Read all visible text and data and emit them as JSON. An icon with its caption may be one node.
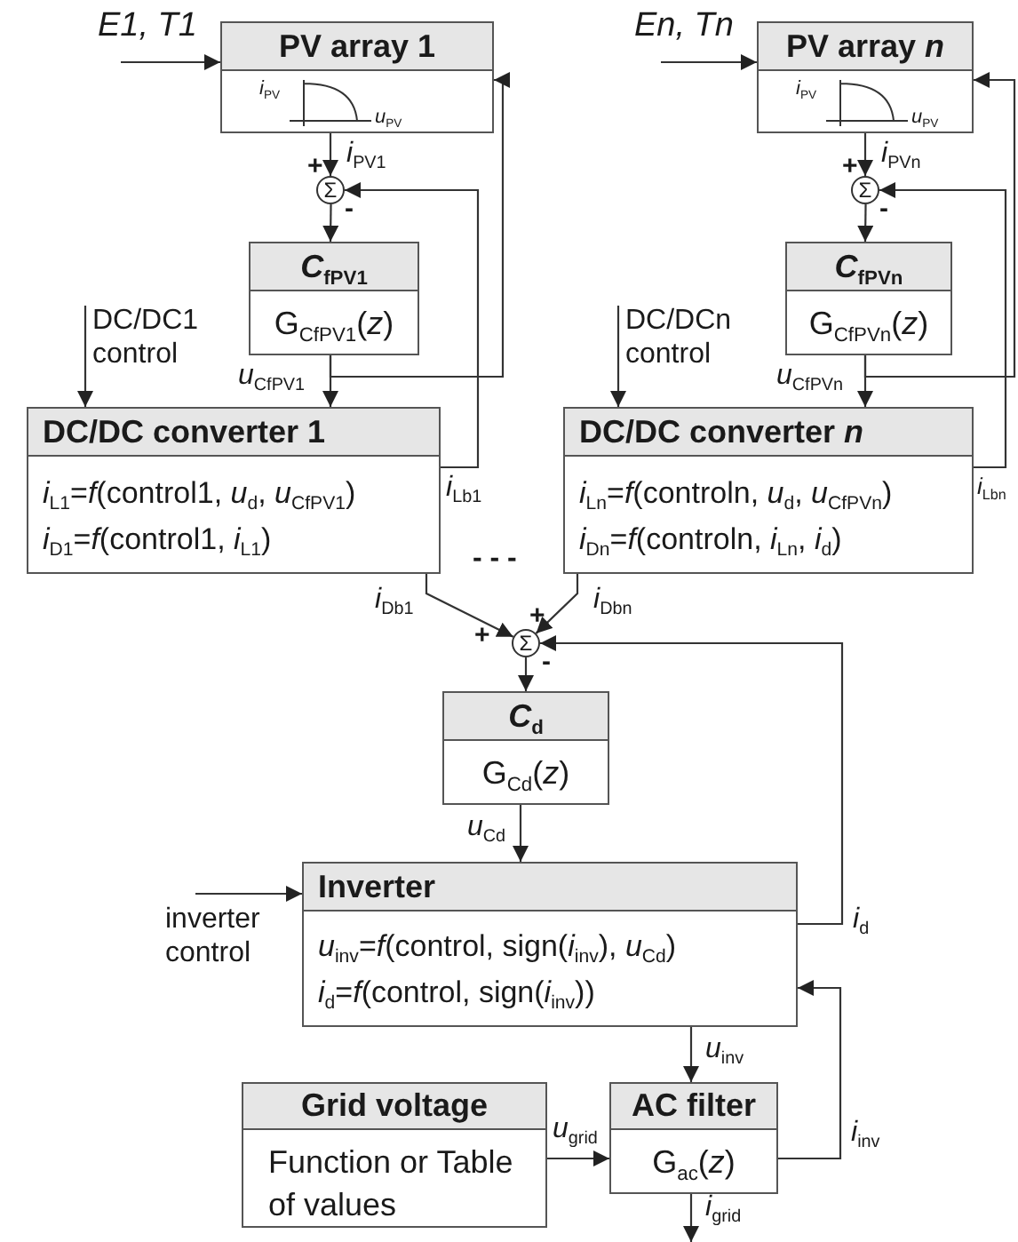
{
  "diagram": {
    "nodes": [
      {
        "text": [
          "PV array 1",
          "*i*$_{PV}$",
          "*u*$_{PV}$"
        ]
      },
      {
        "text": [
          "Σ"
        ],
        "beside": [
          "+",
          "-"
        ]
      },
      {
        "text": [
          "*C*$_{fPV1}$",
          "G$_{CfPV1}$(*z*)"
        ]
      },
      {
        "text": [
          "DC/DC converter 1",
          "*i*$_{L1}$=*f*(control1, *u*$_{d}$, *u*$_{CfPV1}$)",
          "*i*$_{D1}$=*f*(control1, *i*$_{L1}$)"
        ]
      },
      {
        "text": [
          "PV array *n*",
          "*i*$_{PV}$",
          "*u*$_{PV}$"
        ]
      },
      {
        "text": [
          "Σ"
        ],
        "beside": [
          "+",
          "-"
        ]
      },
      {
        "text": [
          "*C*$_{fPVn}$",
          "G$_{CfPVn}$(*z*)"
        ]
      },
      {
        "text": [
          "DC/DC converter *n*",
          "*i*$_{Ln}$=*f*(controln, *u*$_{d}$, *u*$_{CfPVn}$)",
          "*i*$_{Dn}$=*f*(controln, *i*$_{Ln}$, *i*$_{d}$)"
        ]
      },
      {
        "text": [
          "Σ"
        ],
        "beside": [
          "+",
          "+",
          "-"
        ]
      },
      {
        "text": [
          "*C*$_{d}$",
          "G$_{Cd}$(*z*)"
        ]
      },
      {
        "text": [
          "Inverter",
          "*u*$_{inv}$=*f*(control, sign(*i*$_{inv}$), *u*$_{Cd}$)",
          "*i*$_{d}$=*f*(control, sign(*i*$_{inv}$))"
        ]
      },
      {
        "text": [
          "Grid voltage",
          "Function or Table of values"
        ]
      },
      {
        "text": [
          "AC filter",
          "G$_{ac}$(*z*)"
        ]
      },
      {
        "text": [
          "E1, T1"
        ]
      },
      {
        "text": [
          "En, Tn"
        ]
      },
      {
        "text": [
          "DC/DC1 control"
        ]
      },
      {
        "text": [
          "DC/DCn control"
        ]
      },
      {
        "text": [
          "inverter control"
        ]
      }
    ],
    "edges": [
      {
        "from": 13,
        "to": 0,
        "arrow": "to"
      },
      {
        "from": 0,
        "to": 1,
        "arrow": "to",
        "label": "*i*$_{PV1}$"
      },
      {
        "from": 1,
        "to": 2,
        "arrow": "to"
      },
      {
        "from": 2,
        "to": 3,
        "arrow": "to",
        "label": "*u*$_{CfPV1}$"
      },
      {
        "from": 2,
        "to": 0,
        "arrow": "to"
      },
      {
        "from": 3,
        "to": 1,
        "arrow": "to",
        "label": "*i*$_{Lb1}$"
      },
      {
        "from": 15,
        "to": 3,
        "arrow": "to"
      },
      {
        "from": 14,
        "to": 4,
        "arrow": "to"
      },
      {
        "from": 4,
        "to": 5,
        "arrow": "to",
        "label": "*i*$_{PVn}$"
      },
      {
        "from": 5,
        "to": 6,
        "arrow": "to"
      },
      {
        "from": 6,
        "to": 7,
        "arrow": "to",
        "label": "*u*$_{CfPVn}$"
      },
      {
        "from": 6,
        "to": 4,
        "arrow": "to"
      },
      {
        "from": 7,
        "to": 5,
        "arrow": "to",
        "label": "*i*$_{Lbn}$"
      },
      {
        "from": 16,
        "to": 7,
        "arrow": "to"
      },
      {
        "from": 3,
        "to": 8,
        "arrow": "to",
        "label": "*i*$_{Db1}$"
      },
      {
        "from": 7,
        "to": 8,
        "arrow": "to",
        "label": "*i*$_{Dbn}$"
      },
      {
        "from": 8,
        "to": 9,
        "arrow": "to"
      },
      {
        "from": 9,
        "to": 10,
        "arrow": "to",
        "label": "*u*$_{Cd}$"
      },
      {
        "from": 10,
        "to": 8,
        "arrow": "to",
        "label": "*i*$_{d}$"
      },
      {
        "from": 17,
        "to": 10,
        "arrow": "to"
      },
      {
        "from": 10,
        "to": 12,
        "arrow": "to",
        "label": "*u*$_{inv}$"
      },
      {
        "from": 11,
        "to": 12,
        "arrow": "to",
        "label": "*u*$_{grid}$"
      },
      {
        "from": 12,
        "to": 10,
        "arrow": "to",
        "label": "*i*$_{inv}$"
      },
      {
        "from": 12,
        "to": null,
        "arrow": "to",
        "label": "*i*$_{grid}$"
      }
    ],
    "labels": [
      "- - -"
    ]
  }
}
